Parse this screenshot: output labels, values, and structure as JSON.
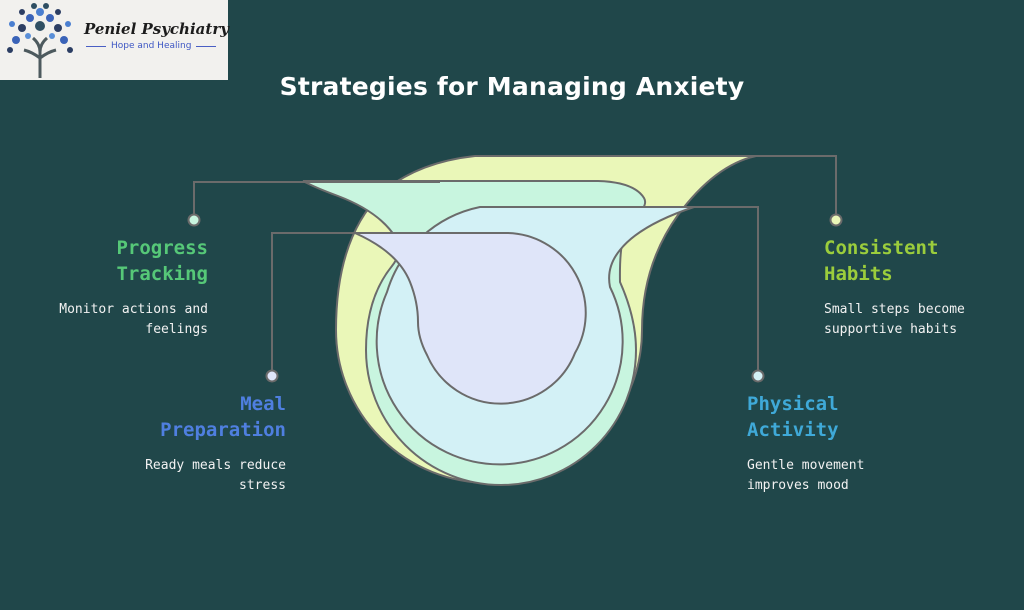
{
  "logo": {
    "name": "Peniel Psychiatry",
    "tagline": "Hope and Healing"
  },
  "title": "Strategies for Managing Anxiety",
  "colors": {
    "background": "#20474a",
    "layer_outer": "#eaf7b8",
    "layer_second": "#c8f5df",
    "layer_third": "#d3f1f6",
    "layer_inner": "#dfe5f9",
    "connector": "#6b6b6b"
  },
  "items": [
    {
      "title_line1": "Progress",
      "title_line2": "Tracking",
      "desc_line1": "Monitor actions and",
      "desc_line2": "feelings",
      "color": "#56c878"
    },
    {
      "title_line1": "Meal",
      "title_line2": "Preparation",
      "desc_line1": "Ready meals reduce",
      "desc_line2": "stress",
      "color": "#4f7fe0"
    },
    {
      "title_line1": "Consistent",
      "title_line2": "Habits",
      "desc_line1": "Small steps become",
      "desc_line2": "supportive habits",
      "color": "#9bcd3c"
    },
    {
      "title_line1": "Physical",
      "title_line2": "Activity",
      "desc_line1": "Gentle movement",
      "desc_line2": "improves mood",
      "color": "#3fa9d8"
    }
  ]
}
